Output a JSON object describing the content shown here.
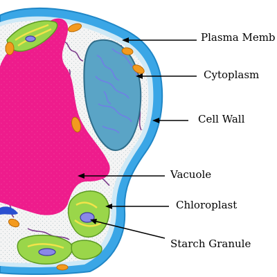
{
  "labels": {
    "plasma_membrane": "Plasma Memb",
    "cytoplasm": "Cytoplasm",
    "cell_wall": "Cell Wall",
    "vacuole": "Vacuole",
    "chloroplast": "Chloroplast",
    "starch_granule": "Starch Granule"
  },
  "colors": {
    "cell_wall": "#3aa6e6",
    "membrane": "#cfe9f6",
    "cytoplasm": "#f4f4f4",
    "vacuole": "#ee1c8c",
    "nucleus": "#5aa4c6",
    "nucleolus": "#6f7fe6",
    "chloroplast": "#9ad64a",
    "thylakoid": "#f2e34a",
    "starch": "#8a88e8",
    "mitochondrion": "#f39a1e",
    "er": "#7a3a8a",
    "arrow": "#000000"
  }
}
